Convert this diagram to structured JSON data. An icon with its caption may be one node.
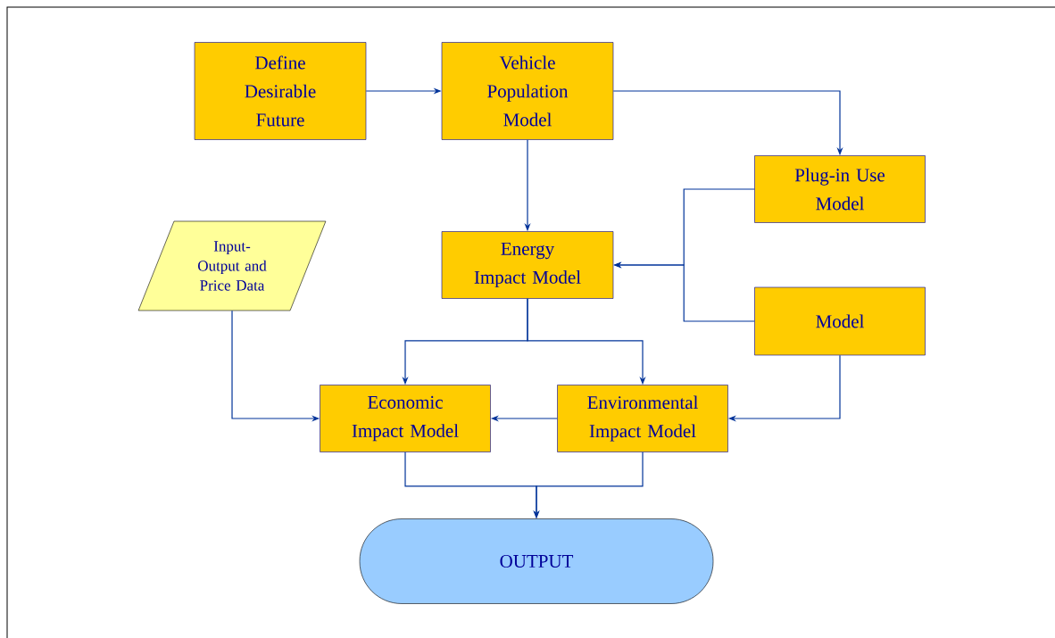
{
  "diagram": {
    "nodes": [
      {
        "text": [
          "Define Desirable Future"
        ]
      },
      {
        "text": [
          "Vehicle Population Model"
        ]
      },
      {
        "text": [
          "Plug-in Use Model"
        ]
      },
      {
        "text": [
          "Input-Output and Price Data"
        ]
      },
      {
        "text": [
          "Energy Impact Model"
        ]
      },
      {
        "text": [
          "Model"
        ]
      },
      {
        "text": [
          "Economic Impact Model"
        ]
      },
      {
        "text": [
          "Environmental Impact Model"
        ]
      },
      {
        "text": [
          "OUTPUT"
        ]
      }
    ],
    "edges": [
      {
        "from": 0,
        "to": 1,
        "arrow": "to"
      },
      {
        "from": 1,
        "to": 2,
        "arrow": "to"
      },
      {
        "from": 1,
        "to": 4,
        "arrow": "to"
      },
      {
        "from": 2,
        "to": 4,
        "arrow": "to"
      },
      {
        "from": 5,
        "to": 4,
        "arrow": "to"
      },
      {
        "from": 4,
        "to": 6,
        "arrow": "to"
      },
      {
        "from": 4,
        "to": 7,
        "arrow": "to"
      },
      {
        "from": 3,
        "to": 6,
        "arrow": "to"
      },
      {
        "from": 7,
        "to": 6,
        "arrow": "to"
      },
      {
        "from": 5,
        "to": 7,
        "arrow": "to"
      },
      {
        "from": 6,
        "to": 8,
        "arrow": "to"
      },
      {
        "from": 7,
        "to": 8,
        "arrow": "to"
      }
    ]
  }
}
